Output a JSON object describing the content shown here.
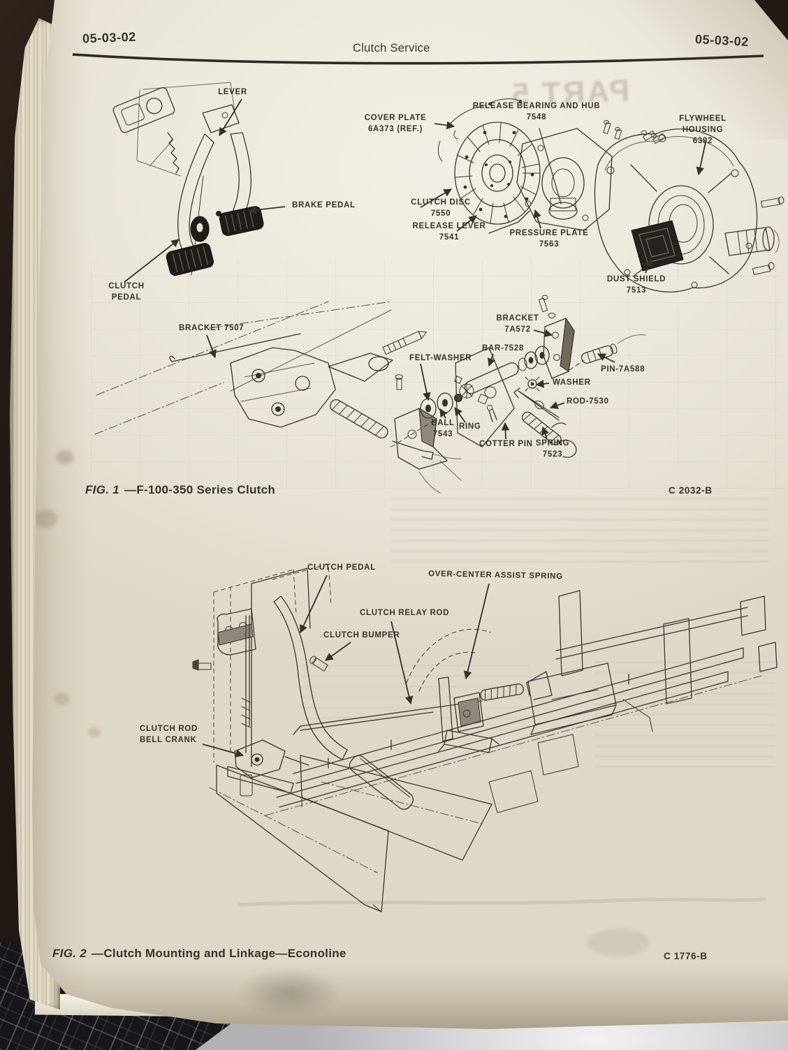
{
  "page": {
    "header": {
      "page_number_left": "05-03-02",
      "title": "Clutch Service",
      "page_number_right": "05-03-02"
    },
    "fig1": {
      "labels": {
        "lever": "LEVER",
        "cover_plate": "COVER PLATE\n6A373 (REF.)",
        "release_bearing": "RELEASE BEARING AND HUB\n7548",
        "flywheel_housing": "FLYWHEEL HOUSING\n6392",
        "brake_pedal": "BRAKE PEDAL",
        "clutch_disc": "CLUTCH DISC\n7550",
        "release_lever": "RELEASE LEVER\n7541",
        "pressure_plate": "PRESSURE PLATE\n7563",
        "dust_shield": "DUST SHIELD\n7513",
        "clutch_pedal": "CLUTCH\nPEDAL",
        "bracket_7507": "BRACKET 7507",
        "bracket_7a572": "BRACKET\n7A572",
        "bar_7528": "BAR-7528",
        "felt_washer": "FELT-WASHER",
        "pin_7a588": "PIN-7A588",
        "washer": "WASHER",
        "rod_7530": "ROD-7530",
        "ball_7543": "BALL\n7543",
        "ring": "RING",
        "cotter_pin": "COTTER PIN",
        "spring_7523": "SPRING\n7523"
      },
      "caption": {
        "fig": "FIG. 1",
        "rest": "—F-100-350 Series Clutch"
      },
      "code": "C 2032-B"
    },
    "fig2": {
      "labels": {
        "clutch_pedal": "CLUTCH PEDAL",
        "over_center_spring": "OVER-CENTER ASSIST SPRING",
        "clutch_relay_rod": "CLUTCH RELAY ROD",
        "clutch_bumper": "CLUTCH BUMPER",
        "clutch_rod_bell_crank": "CLUTCH ROD\nBELL CRANK"
      },
      "caption": {
        "fig": "FIG. 2",
        "rest": "—Clutch Mounting and Linkage—Econoline"
      },
      "code": "C 1776-B"
    },
    "artifacts": {
      "bleed_through_text": "PART 5"
    },
    "colors": {
      "paper": "#ece8db",
      "ink": "#36332b",
      "page_edges": "#d5cdb4",
      "fabric_plaid": "#17171b",
      "fabric_light": "#cbc9cd"
    }
  }
}
